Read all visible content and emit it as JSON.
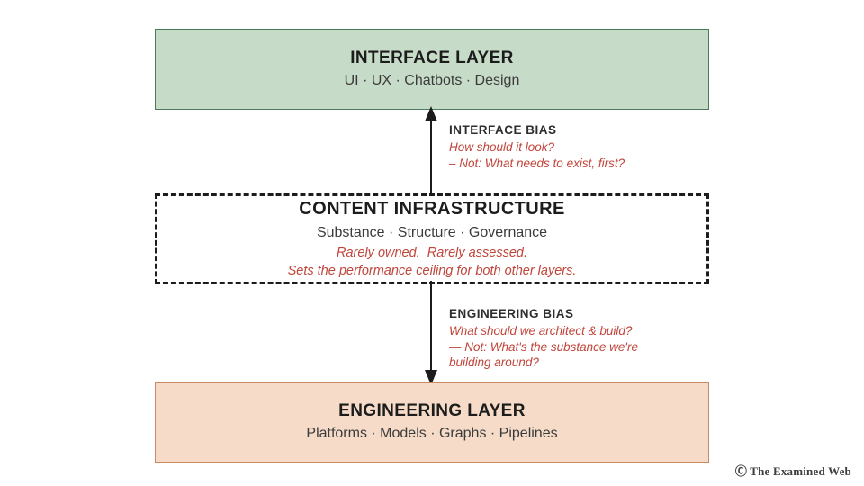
{
  "diagram": {
    "layers": [
      {
        "id": "interface-layer",
        "title": "INTERFACE LAYER",
        "subtitle": "UI  ·  UX  ·  Chatbots  ·  Design",
        "fill_color": "#c7dcc8",
        "border_color": "#4a7a5a",
        "style": "solid"
      },
      {
        "id": "content-infrastructure",
        "title": "CONTENT INFRASTRUCTURE",
        "subtitle": "Substance  ·  Structure  ·  Governance",
        "notes": [
          "Rarely owned.  Rarely assessed.",
          "Sets the performance ceiling for both other layers."
        ],
        "fill_color": "#ffffff",
        "border_color": "#1c1c1c",
        "style": "dashed"
      },
      {
        "id": "engineering-layer",
        "title": "ENGINEERING LAYER",
        "subtitle": "Platforms  ·  Models  ·  Graphs  ·  Pipelines",
        "fill_color": "#f5dbc8",
        "border_color": "#c98a64",
        "style": "solid"
      }
    ],
    "connectors": [
      {
        "id": "upward-arrow",
        "direction": "up",
        "from": "content-infrastructure",
        "to": "interface-layer",
        "annotation": {
          "title": "INTERFACE BIAS",
          "lines": [
            "How should it look?",
            "– Not: What needs to exist, first?"
          ]
        }
      },
      {
        "id": "downward-arrow",
        "direction": "down",
        "from": "content-infrastructure",
        "to": "engineering-layer",
        "annotation": {
          "title": "ENGINEERING BIAS",
          "lines": [
            "What should we architect & build?",
            "— Not: What's the substance we're",
            "building around?"
          ]
        }
      }
    ],
    "accent_color": "#c0453a",
    "footer": "Ⓒ The Examined Web"
  }
}
